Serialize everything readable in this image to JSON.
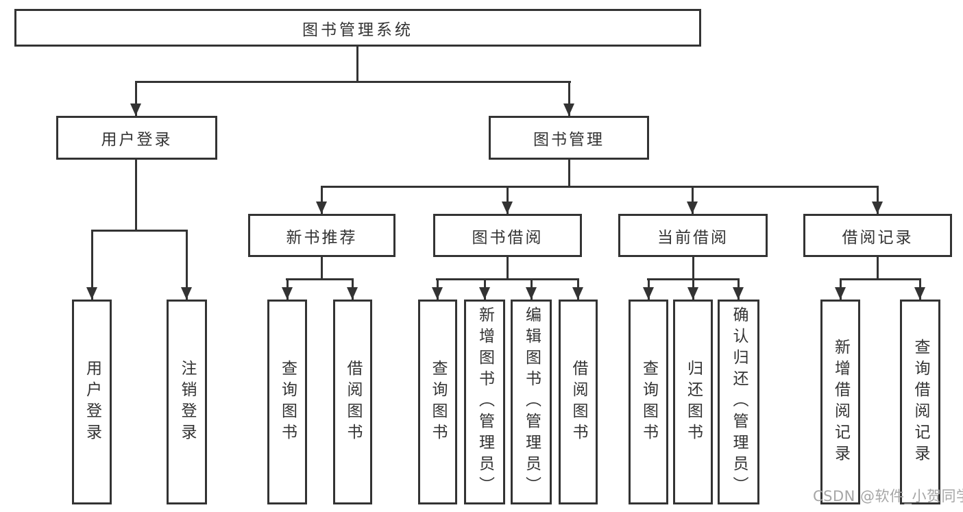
{
  "diagram": {
    "root": {
      "label": "图书管理系统"
    },
    "branches": [
      {
        "label": "用户登录",
        "children": [
          {
            "label": "用户登录"
          },
          {
            "label": "注销登录"
          }
        ]
      },
      {
        "label": "图书管理",
        "children": [
          {
            "label": "新书推荐",
            "children": [
              {
                "label": "查询图书"
              },
              {
                "label": "借阅图书"
              }
            ]
          },
          {
            "label": "图书借阅",
            "children": [
              {
                "label": "查询图书"
              },
              {
                "label": "新增图书（管理员）"
              },
              {
                "label": "编辑图书（管理员）"
              },
              {
                "label": "借阅图书"
              }
            ]
          },
          {
            "label": "当前借阅",
            "children": [
              {
                "label": "查询图书"
              },
              {
                "label": "归还图书"
              },
              {
                "label": "确认归还（管理员）"
              }
            ]
          },
          {
            "label": "借阅记录",
            "children": [
              {
                "label": "新增借阅记录"
              },
              {
                "label": "查询借阅记录"
              }
            ]
          }
        ]
      }
    ]
  },
  "watermark": {
    "text": "CSDN @软件_小贺同学"
  },
  "colors": {
    "line": "#333333",
    "text": "#333333",
    "watermark": "#a6a6a6",
    "background": "#ffffff"
  }
}
